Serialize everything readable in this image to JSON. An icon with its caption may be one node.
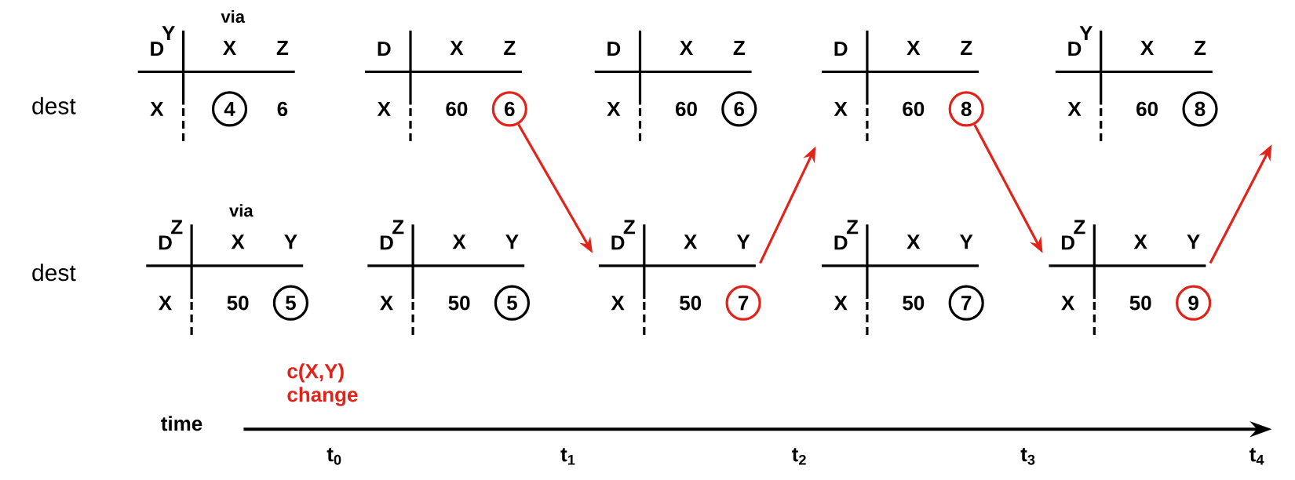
{
  "diagram": {
    "nodes": [
      {
        "text": [
          "Y",
          "D",
          "X",
          "Z",
          "X",
          "6"
        ],
        "beside": [
          "via"
        ]
      },
      {
        "text": [
          "4"
        ],
        "in": 0
      },
      {
        "text": [
          "D",
          "X",
          "Z",
          "X",
          "60"
        ]
      },
      {
        "text": [
          "6"
        ],
        "in": 2
      },
      {
        "text": [
          "D",
          "X",
          "Z",
          "X",
          "60"
        ]
      },
      {
        "text": [
          "6"
        ],
        "in": 4
      },
      {
        "text": [
          "D",
          "X",
          "Z",
          "X",
          "60"
        ]
      },
      {
        "text": [
          "8"
        ],
        "in": 6
      },
      {
        "text": [
          "Y",
          "D",
          "X",
          "Z",
          "X",
          "60"
        ]
      },
      {
        "text": [
          "8"
        ],
        "in": 8
      },
      {
        "text": [
          "Z",
          "D",
          "X",
          "Y",
          "X",
          "50"
        ],
        "beside": [
          "via"
        ]
      },
      {
        "text": [
          "5"
        ],
        "in": 10
      },
      {
        "text": [
          "Z",
          "D",
          "X",
          "Y",
          "X",
          "50"
        ]
      },
      {
        "text": [
          "5"
        ],
        "in": 12
      },
      {
        "text": [
          "Z",
          "D",
          "X",
          "Y",
          "X",
          "50"
        ]
      },
      {
        "text": [
          "7"
        ],
        "in": 14
      },
      {
        "text": [
          "Z",
          "D",
          "X",
          "Y",
          "X",
          "50"
        ]
      },
      {
        "text": [
          "7"
        ],
        "in": 16
      },
      {
        "text": [
          "Z",
          "D",
          "X",
          "Y",
          "X",
          "50"
        ]
      },
      {
        "text": [
          "9"
        ],
        "in": 18
      }
    ],
    "edges": [
      {
        "from": 3,
        "to": 14,
        "arrow": "to"
      },
      {
        "from": 14,
        "to": 6,
        "arrow": "to"
      },
      {
        "from": 7,
        "to": 18,
        "arrow": "to"
      },
      {
        "from": 18,
        "to": null,
        "arrow": "to"
      }
    ],
    "labels": [
      "dest",
      "dest",
      "c(X,Y) change",
      "time",
      "t$_{0}$",
      "t$_{1}$",
      "t$_{2}$",
      "t$_{3}$",
      "t$_{4}$"
    ]
  }
}
